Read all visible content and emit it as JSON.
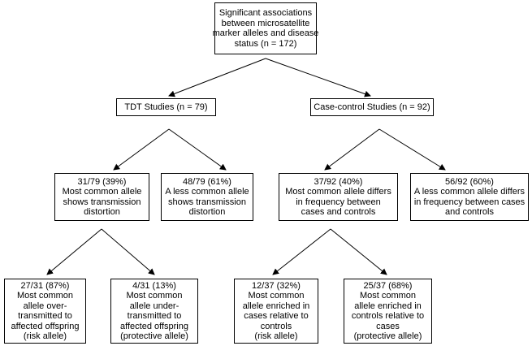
{
  "nodes": {
    "root": [
      "Significant associations",
      "between microsatellite",
      "marker alleles and disease",
      "status (n = 172)"
    ],
    "tdt": [
      "TDT Studies (n = 79)"
    ],
    "case_control": [
      "Case-control Studies (n = 92)"
    ],
    "tdt_common": [
      "31/79 (39%)",
      "Most common allele",
      "shows transmission",
      "distortion"
    ],
    "tdt_less": [
      "48/79 (61%)",
      "A less common allele",
      "shows transmission",
      "distortion"
    ],
    "cc_common": [
      "37/92 (40%)",
      "Most common allele differs",
      "in frequency between",
      "cases and controls"
    ],
    "cc_less": [
      "56/92 (60%)",
      "A less common allele differs",
      "in frequency between cases",
      "and controls"
    ],
    "over": [
      "27/31 (87%)",
      "Most common",
      "allele over-",
      "transmitted to",
      "affected offspring",
      "(risk allele)"
    ],
    "under": [
      "4/31 (13%)",
      "Most common",
      "allele under-",
      "transmitted to",
      "affected offspring",
      "(protective allele)"
    ],
    "cases": [
      "12/37 (32%)",
      "Most common",
      "allele enriched in",
      "cases relative to",
      "controls",
      "(risk allele)"
    ],
    "controls": [
      "25/37 (68%)",
      "Most common",
      "allele enriched in",
      "controls relative to",
      "cases",
      "(protective allele)"
    ]
  },
  "colors": {
    "line": "#000000",
    "box_border": "#000000",
    "background": "#ffffff"
  }
}
